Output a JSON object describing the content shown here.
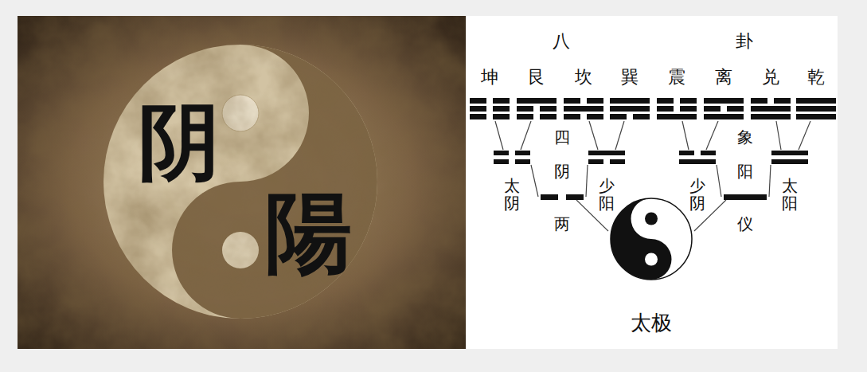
{
  "diagram": {
    "nodes": [
      {
        "text": [
          "坤"
        ]
      },
      {
        "text": [
          "艮"
        ]
      },
      {
        "text": [
          "坎"
        ]
      },
      {
        "text": [
          "巽"
        ]
      },
      {
        "text": [
          "震"
        ]
      },
      {
        "text": [
          "离"
        ]
      },
      {
        "text": [
          "兑"
        ]
      },
      {
        "text": [
          "乾"
        ]
      },
      {
        "text": [
          "太阴"
        ]
      },
      {
        "text": [
          "少阳"
        ]
      },
      {
        "text": [
          "少阴"
        ]
      },
      {
        "text": [
          "太阳"
        ]
      },
      {
        "text": [
          "阴"
        ]
      },
      {
        "text": [
          "阳"
        ]
      },
      {
        "text": [
          "太极"
        ]
      }
    ],
    "edges": [
      {
        "from": 14,
        "to": 12,
        "arrow": "none"
      },
      {
        "from": 14,
        "to": 13,
        "arrow": "none"
      },
      {
        "from": 12,
        "to": 8,
        "arrow": "none"
      },
      {
        "from": 12,
        "to": 9,
        "arrow": "none"
      },
      {
        "from": 13,
        "to": 10,
        "arrow": "none"
      },
      {
        "from": 13,
        "to": 11,
        "arrow": "none"
      },
      {
        "from": 8,
        "to": 0,
        "arrow": "none"
      },
      {
        "from": 8,
        "to": 1,
        "arrow": "none"
      },
      {
        "from": 9,
        "to": 2,
        "arrow": "none"
      },
      {
        "from": 9,
        "to": 3,
        "arrow": "none"
      },
      {
        "from": 10,
        "to": 4,
        "arrow": "none"
      },
      {
        "from": 10,
        "to": 5,
        "arrow": "none"
      },
      {
        "from": 11,
        "to": 6,
        "arrow": "none"
      },
      {
        "from": 11,
        "to": 7,
        "arrow": "none"
      }
    ],
    "labels": [
      "阴",
      "陽",
      "八",
      "卦",
      "四",
      "象",
      "两",
      "仪"
    ]
  }
}
